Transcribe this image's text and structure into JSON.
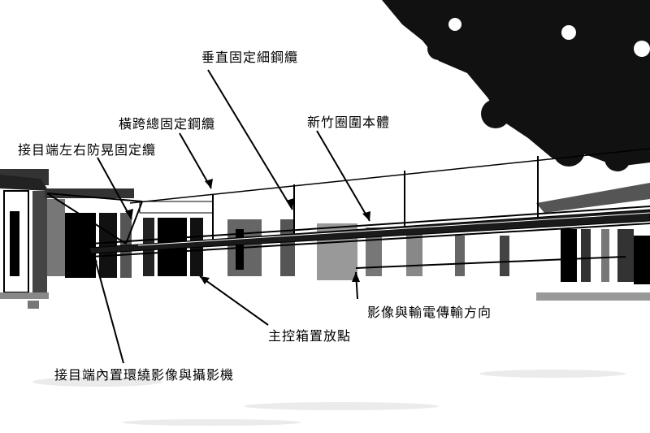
{
  "labels": {
    "vertical_cable": "垂直固定細鋼纜",
    "span_cable": "橫跨總固定鋼纜",
    "bamboo_body": "新竹圈圍本體",
    "sway_cable": "接目端左右防晃固定纜",
    "transmission_direction": "影像與輸電傳輸方向",
    "control_box": "主控箱置放點",
    "camera": "接目端內置環繞影像與攝影機"
  },
  "colors": {
    "ink": "#000000",
    "paper": "#ffffff",
    "shadow": "#2a2a2a"
  }
}
